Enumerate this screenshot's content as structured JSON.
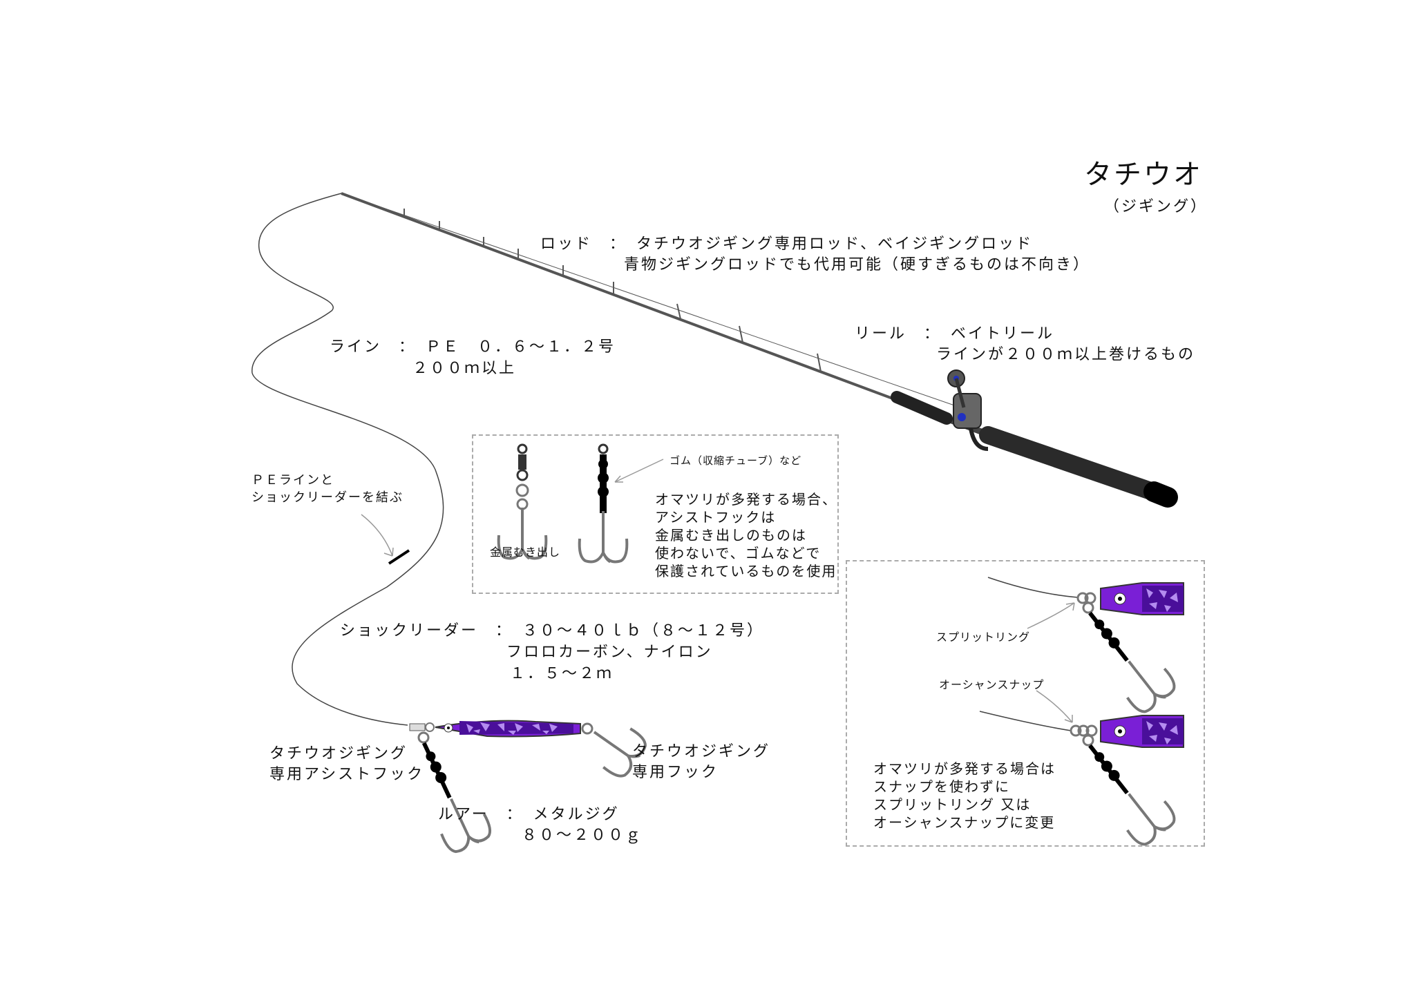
{
  "title": {
    "main": "タチウオ",
    "sub": "（ジギング）"
  },
  "rod": {
    "line1": "ロッド　：　タチウオジギング専用ロッド、ベイジギングロッド",
    "line2": "青物ジギングロッドでも代用可能（硬すぎるものは不向き）"
  },
  "reel": {
    "line1": "リール　：　ベイトリール",
    "line2": "ラインが２００ｍ以上巻けるもの"
  },
  "line": {
    "line1": "ライン　：　ＰＥ　０．６～１．２号",
    "line2": "２００ｍ以上"
  },
  "knot": {
    "line1": "ＰＥラインと",
    "line2": "ショックリーダーを結ぶ"
  },
  "leader": {
    "line1": "ショックリーダー　：　３０～４０ｌｂ（８～１２号）",
    "line2": "フロロカーボン、ナイロン",
    "line3": "１．５～２ｍ"
  },
  "assist_hook": {
    "line1": "タチウオジギング",
    "line2": "専用アシストフック"
  },
  "tail_hook": {
    "line1": "タチウオジギング",
    "line2": "専用フック"
  },
  "lure": {
    "line1": "ルアー　：　メタルジグ",
    "line2": "８０～２００ｇ"
  },
  "box1": {
    "rubber_label": "ゴム（収縮チューブ）など",
    "bare_label": "金属むき出し",
    "note": [
      "オマツリが多発する場合、",
      "アシストフックは",
      "金属むき出しのものは",
      "使わないで、ゴムなどで",
      "保護されているものを使用"
    ]
  },
  "box2": {
    "split_ring_label": "スプリットリング",
    "snap_label": "オーシャンスナップ",
    "note": [
      "オマツリが多発する場合は",
      "スナップを使わずに",
      "スプリットリング 又は",
      "オーシャンスナップに変更"
    ]
  },
  "colors": {
    "lure": "#7a1fd6",
    "lure_dark": "#4a0f9a",
    "lure_spots": "#b48cf0",
    "rod": "#2a2a2a",
    "reel_blue": "#2030c0"
  }
}
